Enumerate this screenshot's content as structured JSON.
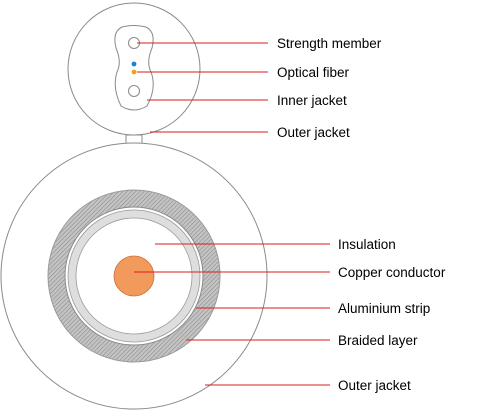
{
  "colors": {
    "leader_line": "#d81e1e",
    "outline": "#8a8a8a",
    "braid": "#b0b0b0",
    "insulation": "#dedede",
    "copper": "#f29a5c",
    "fiber_blue": "#1f7fd6",
    "fiber_orange": "#f0a020",
    "background": "#ffffff"
  },
  "labels": {
    "strength_member": "Strength member",
    "optical_fiber": "Optical fiber",
    "inner_jacket": "Inner jacket",
    "outer_jacket_top": "Outer jacket",
    "insulation": "Insulation",
    "copper_conductor": "Copper conductor",
    "aluminium_strip": "Aluminium strip",
    "braided_layer": "Braided layer",
    "outer_jacket_bottom": "Outer jacket"
  }
}
